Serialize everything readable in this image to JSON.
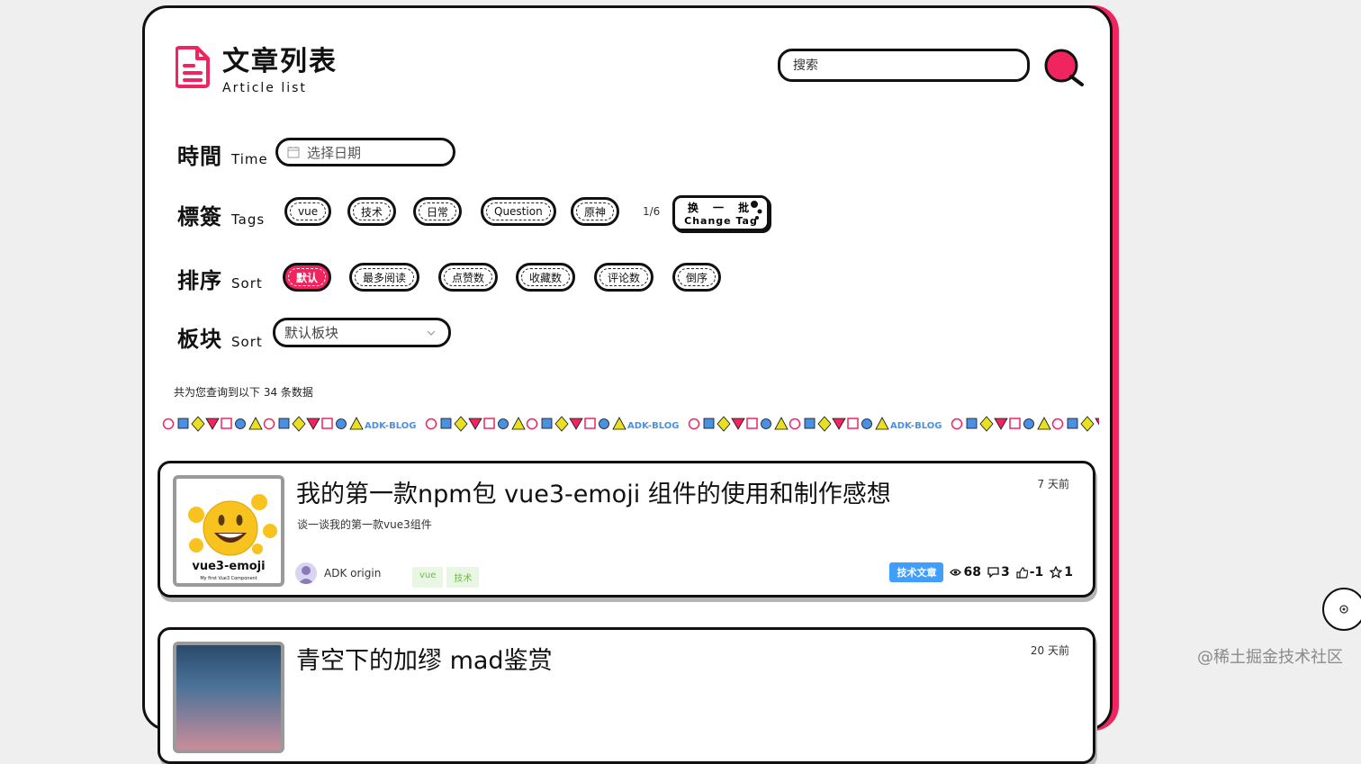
{
  "header": {
    "title_cn": "文章列表",
    "title_en": "Article list",
    "search_placeholder": "搜索",
    "logo_icon": "document-icon",
    "search_icon": "magnifier-icon"
  },
  "filters": {
    "time": {
      "label_cn": "時間",
      "label_en": "Time",
      "date_placeholder": "选择日期",
      "icon": "calendar-icon"
    },
    "tags": {
      "label_cn": "標簽",
      "label_en": "Tags",
      "items": [
        "vue",
        "技术",
        "日常",
        "Question",
        "原神"
      ],
      "page": "1/6",
      "change_btn_cn": "换 一 批",
      "change_btn_en": "Change Tag"
    },
    "sort": {
      "label_cn": "排序",
      "label_en": "Sort",
      "items": [
        "默认",
        "最多阅读",
        "点赞数",
        "收藏数",
        "评论数",
        "倒序"
      ],
      "active_index": 0
    },
    "block": {
      "label_cn": "板块",
      "label_en": "Sort",
      "selected": "默认板块"
    }
  },
  "result_text": "共为您查询到以下 34 条数据",
  "deco_text": "ADK-BLOG",
  "articles": [
    {
      "title": "我的第一款npm包 vue3-emoji 组件的使用和制作感想",
      "desc": "谈一谈我的第一款vue3组件",
      "time": "7 天前",
      "author": "ADK origin",
      "tags": [
        "vue",
        "技术"
      ],
      "category": "技术文章",
      "views": "68",
      "comments": "3",
      "likes": "-1",
      "stars": "1",
      "cover_text": "vue3-emoji",
      "cover_sub": "My first Vue3 Component"
    },
    {
      "title": "青空下的加缪 mad鉴赏",
      "time": "20 天前"
    }
  ],
  "colors": {
    "accent": "#f0245f",
    "tag_bg": "#eaf6e4",
    "tag_fg": "#67c23a",
    "badge": "#409eff"
  },
  "watermark": "@稀土掘金技术社区"
}
